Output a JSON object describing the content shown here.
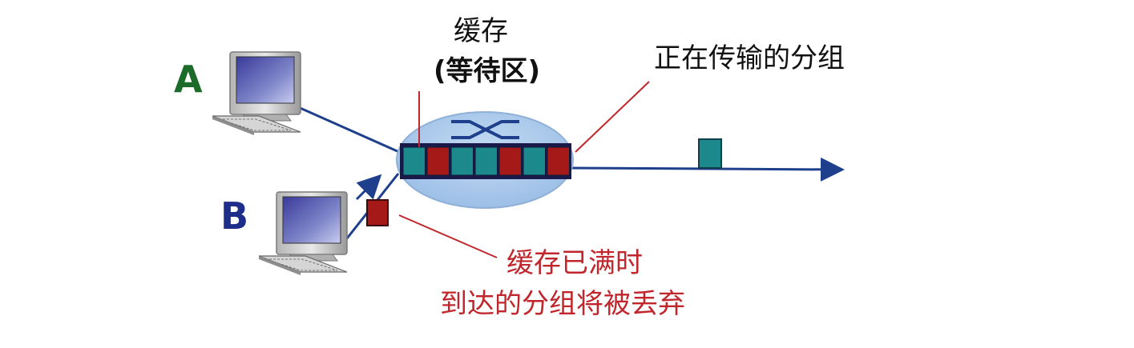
{
  "hosts": {
    "a_label": "A",
    "b_label": "B"
  },
  "buffer": {
    "title": "缓存",
    "subtitle": "(等待区)",
    "queue": [
      "teal",
      "red",
      "teal",
      "teal",
      "red",
      "teal",
      "red"
    ]
  },
  "transmit_label": "正在传输的分组",
  "drop_label": {
    "line1": "缓存已满时",
    "line2": "到达的分组将被丢弃"
  },
  "colors": {
    "teal": "#1c8a8c",
    "red": "#a51919",
    "link": "#1e3f8c",
    "callout": "#c0262b",
    "router": "#a9c8ea",
    "host_a": "#1d6b2a",
    "host_b": "#1f2d8a"
  }
}
